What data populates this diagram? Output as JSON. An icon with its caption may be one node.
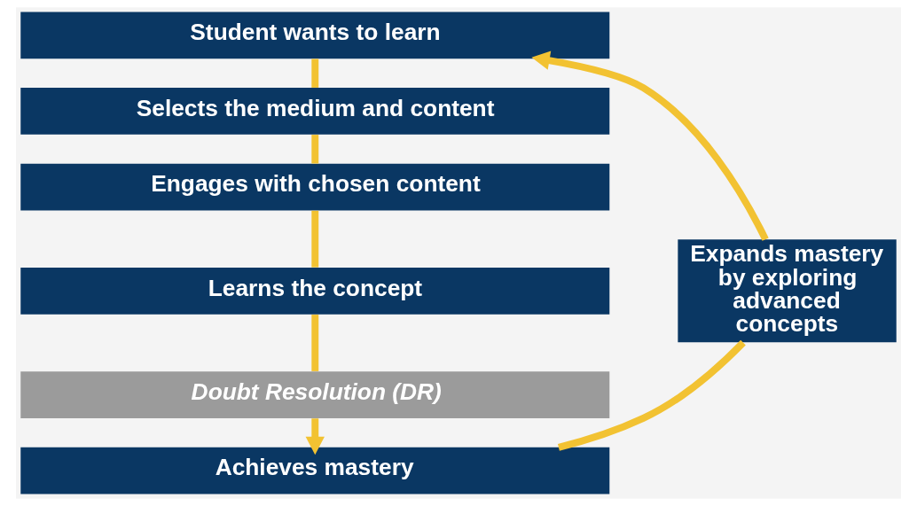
{
  "diagram": {
    "nodes": [
      {
        "text": [
          "Student wants to learn"
        ]
      },
      {
        "text": [
          "Selects the medium and content"
        ]
      },
      {
        "text": [
          "Engages with chosen content"
        ]
      },
      {
        "text": [
          "Learns the concept"
        ]
      },
      {
        "text": [
          "Doubt Resolution (DR)"
        ]
      },
      {
        "text": [
          "Achieves mastery"
        ]
      },
      {
        "text": [
          "Expands mastery by exploring advanced concepts"
        ]
      }
    ],
    "edges": [
      {
        "from": 0,
        "to": 1,
        "arrow": "none"
      },
      {
        "from": 1,
        "to": 2,
        "arrow": "none"
      },
      {
        "from": 2,
        "to": 3,
        "arrow": "none"
      },
      {
        "from": 3,
        "to": 4,
        "arrow": "none"
      },
      {
        "from": 4,
        "to": 5,
        "arrow": "to"
      },
      {
        "from": 5,
        "to": 6,
        "arrow": "none"
      },
      {
        "from": 6,
        "to": 0,
        "arrow": "to"
      }
    ]
  }
}
